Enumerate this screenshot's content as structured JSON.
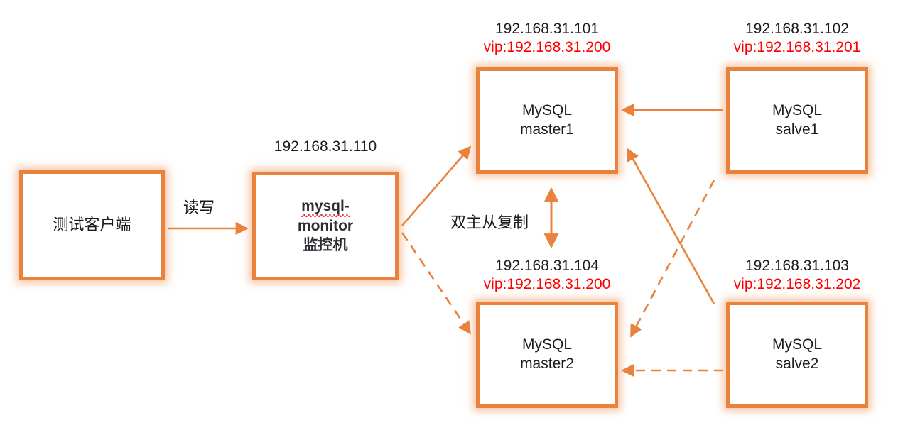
{
  "diagram": {
    "title": "MySQL dual-master replication with monitor",
    "accent_color": "#E8823C",
    "vip_color": "#FF0000",
    "text_color": "#1b1b1b"
  },
  "nodes": {
    "client": {
      "label": "测试客户端",
      "caption_ip": "",
      "caption_vip": ""
    },
    "monitor": {
      "line1": "mysql-",
      "line2": "monitor",
      "line3": "监控机",
      "caption_ip": "192.168.31.110",
      "caption_vip": ""
    },
    "master1": {
      "line1": "MySQL",
      "line2": "master1",
      "caption_ip": "192.168.31.101",
      "caption_vip": "vip:192.168.31.200"
    },
    "slave1": {
      "line1": "MySQL",
      "line2": "salve1",
      "caption_ip": "192.168.31.102",
      "caption_vip": "vip:192.168.31.201"
    },
    "master2": {
      "line1": "MySQL",
      "line2": "master2",
      "caption_ip": "192.168.31.104",
      "caption_vip": "vip:192.168.31.200"
    },
    "slave2": {
      "line1": "MySQL",
      "line2": "salve2",
      "caption_ip": "192.168.31.103",
      "caption_vip": "vip:192.168.31.202"
    }
  },
  "edge_labels": {
    "read_write": "读写",
    "dual_replication": "双主从复制"
  }
}
